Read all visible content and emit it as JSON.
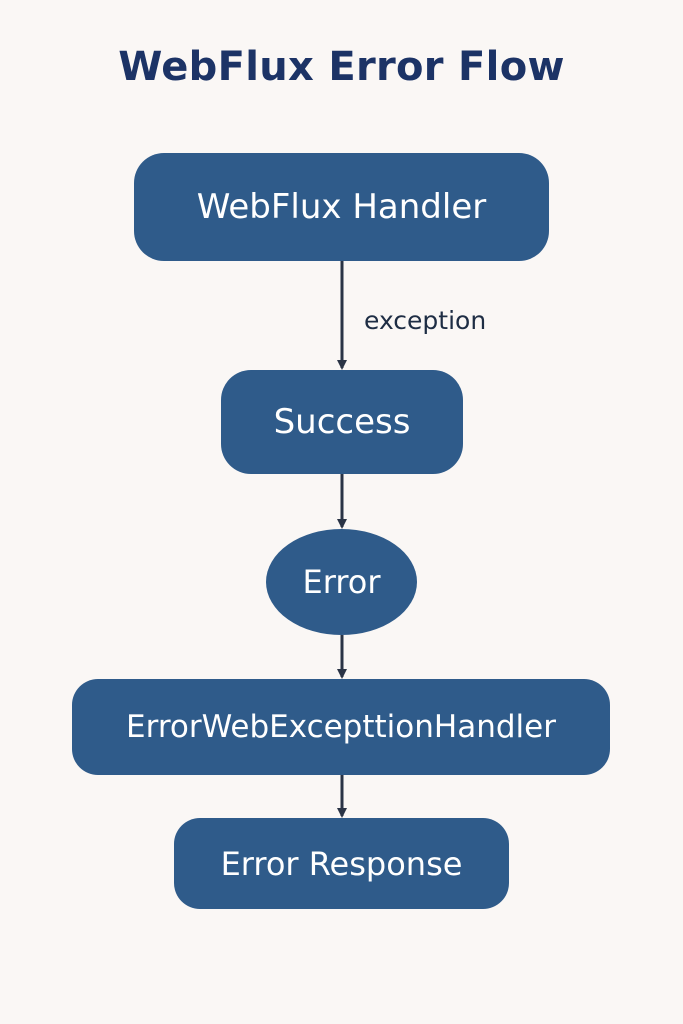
{
  "title": "WebFlux Error Flow",
  "colors": {
    "background": "#faf7f5",
    "node_fill": "#2f5b8a",
    "node_text": "#ffffff",
    "title": "#1c3366",
    "connector": "#2a3446"
  },
  "nodes": {
    "handler": "WebFlux Handler",
    "success": "Success",
    "error": "Error",
    "exception_handler": "ErrorWebExcepttionHandler",
    "response": "Error Response"
  },
  "edges": [
    {
      "from": "handler",
      "to": "success",
      "label": "exception"
    },
    {
      "from": "success",
      "to": "error",
      "label": ""
    },
    {
      "from": "error",
      "to": "exception_handler",
      "label": ""
    },
    {
      "from": "exception_handler",
      "to": "response",
      "label": ""
    }
  ]
}
